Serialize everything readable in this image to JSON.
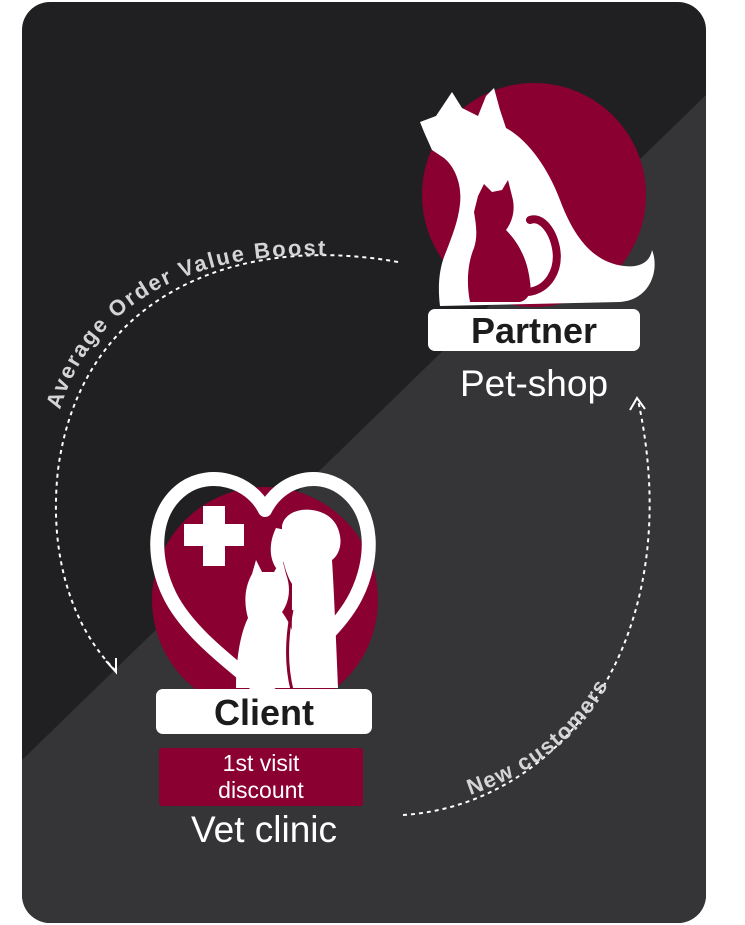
{
  "diagram": {
    "partner": {
      "label": "Partner",
      "subtitle": "Pet-shop",
      "icon": "dog-and-cat-icon"
    },
    "client": {
      "label": "Client",
      "subtitle": "Vet clinic",
      "badge_line1": "1st visit",
      "badge_line2": "discount",
      "icon": "heart-cross-pets-icon"
    },
    "edges": [
      {
        "from": "partner",
        "to": "client",
        "label": "Average Order Value Boost",
        "style": "dotted-arrow"
      },
      {
        "from": "client",
        "to": "partner",
        "label": "New customers",
        "style": "dotted-arrow"
      }
    ]
  },
  "colors": {
    "background_dark": "#202022",
    "background_light": "#353538",
    "accent": "#8a0030",
    "foreground": "#ffffff"
  }
}
